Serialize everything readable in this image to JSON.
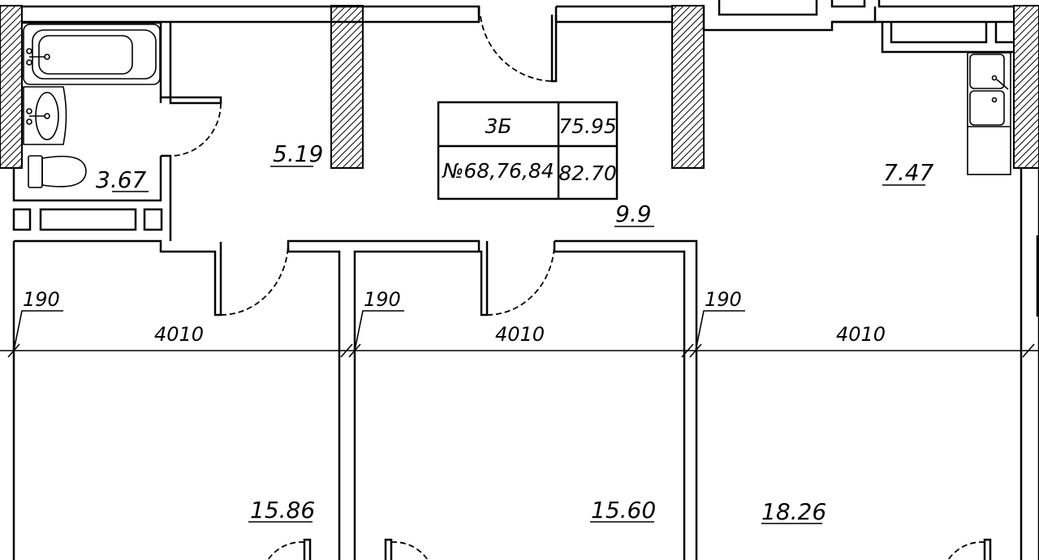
{
  "apartment": {
    "type": "3Б",
    "living_area": "75.95",
    "numbers": "№68,76,84",
    "total_area": "82.70"
  },
  "rooms": {
    "bathroom": "3.67",
    "hall": "5.19",
    "corridor": "9.9",
    "kitchen": "7.47",
    "bedroom_left": "15.86",
    "bedroom_middle": "15.60",
    "living_room": "18.26"
  },
  "dimensions": {
    "wall_1": "190",
    "span_1": "4010",
    "wall_2": "190",
    "span_2": "4010",
    "wall_3": "190",
    "span_3": "4010"
  }
}
